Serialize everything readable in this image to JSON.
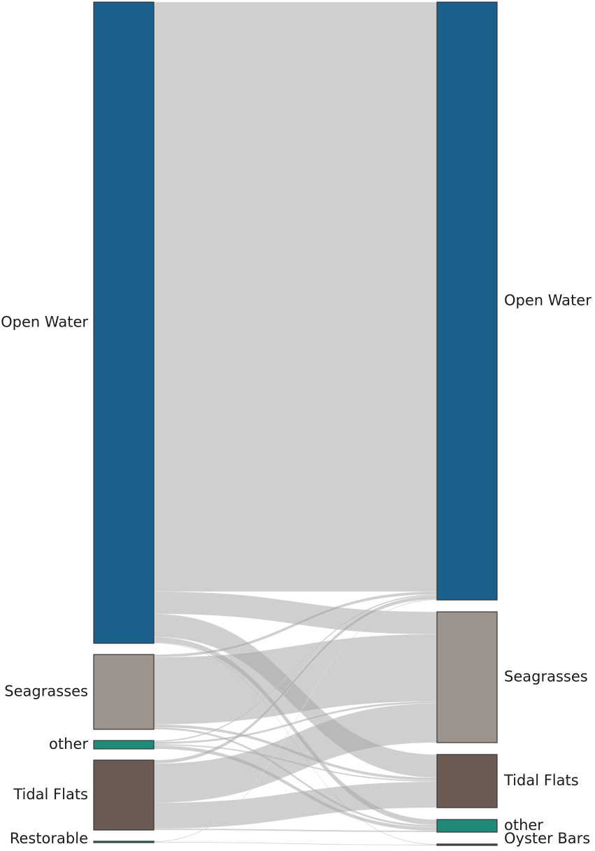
{
  "chart_data": {
    "type": "sankey",
    "left_nodes": [
      {
        "id": "L_ow",
        "label": "Open Water",
        "value": 917,
        "color": "#1a608a"
      },
      {
        "id": "L_sg",
        "label": "Seagrasses",
        "value": 107,
        "color": "#9d948e"
      },
      {
        "id": "L_ot",
        "label": "other",
        "value": 12,
        "color": "#1f8a78"
      },
      {
        "id": "L_tf",
        "label": "Tidal Flats",
        "value": 100,
        "color": "#6b5b53"
      },
      {
        "id": "L_re",
        "label": "Restorable",
        "value": 2,
        "color": "#2e8a70"
      }
    ],
    "right_nodes": [
      {
        "id": "R_ow",
        "label": "Open Water",
        "value": 855,
        "color": "#1a608a"
      },
      {
        "id": "R_sg",
        "label": "Seagrasses",
        "value": 187,
        "color": "#9d948e"
      },
      {
        "id": "R_tf",
        "label": "Tidal Flats",
        "value": 76,
        "color": "#6b5b53"
      },
      {
        "id": "R_ot",
        "label": "other",
        "value": 18,
        "color": "#1f8a78"
      },
      {
        "id": "R_oy",
        "label": "Oyster Bars",
        "value": 2,
        "color": "#555555"
      }
    ],
    "links": [
      {
        "source": "L_ow",
        "target": "R_ow",
        "value": 843
      },
      {
        "source": "L_ow",
        "target": "R_sg",
        "value": 32
      },
      {
        "source": "L_ow",
        "target": "R_tf",
        "value": 33
      },
      {
        "source": "L_ow",
        "target": "R_ot",
        "value": 8
      },
      {
        "source": "L_ow",
        "target": "R_oy",
        "value": 1
      },
      {
        "source": "L_sg",
        "target": "R_ow",
        "value": 4
      },
      {
        "source": "L_sg",
        "target": "R_sg",
        "value": 96
      },
      {
        "source": "L_sg",
        "target": "R_tf",
        "value": 4
      },
      {
        "source": "L_sg",
        "target": "R_ot",
        "value": 3
      },
      {
        "source": "L_ot",
        "target": "R_ow",
        "value": 2
      },
      {
        "source": "L_ot",
        "target": "R_sg",
        "value": 3
      },
      {
        "source": "L_ot",
        "target": "R_tf",
        "value": 2
      },
      {
        "source": "L_ot",
        "target": "R_ot",
        "value": 5
      },
      {
        "source": "L_tf",
        "target": "R_ow",
        "value": 5
      },
      {
        "source": "L_tf",
        "target": "R_sg",
        "value": 56
      },
      {
        "source": "L_tf",
        "target": "R_tf",
        "value": 37
      },
      {
        "source": "L_tf",
        "target": "R_ot",
        "value": 2
      },
      {
        "source": "L_re",
        "target": "R_ow",
        "value": 1
      },
      {
        "source": "L_re",
        "target": "R_oy",
        "value": 1
      }
    ],
    "link_color": "#a8a8a8",
    "node_border_color": "#333333"
  }
}
